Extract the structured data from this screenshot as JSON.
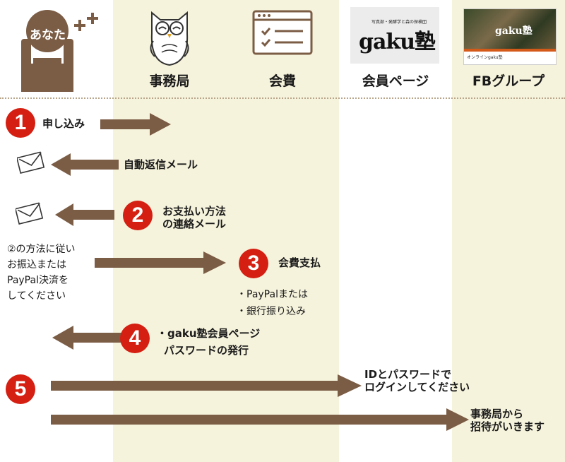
{
  "columns": {
    "you": "あなた",
    "office": "事務局",
    "fee": "会費",
    "member_page": "会員ページ",
    "fb_group": "FBグループ"
  },
  "logo": {
    "tagline": "写真部・発酵学と森の探検団",
    "name": "gaku塾",
    "fb_caption": "オンラインgaku塾"
  },
  "steps": {
    "s1": {
      "number": "1",
      "label": "申し込み"
    },
    "auto_reply": "自動返信メール",
    "s2": {
      "number": "2",
      "line1": "お支払い方法",
      "line2": "の連絡メール"
    },
    "s2_note": [
      "②の方法に従い",
      "お振込または",
      "PayPal決済を",
      "してください"
    ],
    "s3": {
      "number": "3",
      "label": "会費支払",
      "options": [
        "・PayPalまたは",
        "・銀行振り込み"
      ]
    },
    "s4": {
      "number": "4",
      "line1": "・gaku塾会員ページ",
      "line2": "パスワードの発行"
    },
    "s5": {
      "number": "5",
      "login_line1": "IDとパスワードで",
      "login_line2": "ログインしてください",
      "invite_line1": "事務局から",
      "invite_line2": "招待がいきます"
    }
  },
  "colors": {
    "arrow": "#7b5c45",
    "badge": "#d41f12",
    "person": "#7b5c45"
  }
}
